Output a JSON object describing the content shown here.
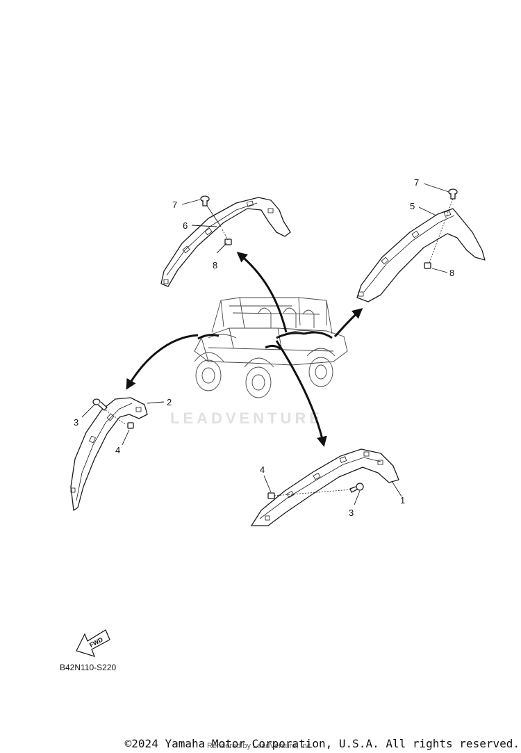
{
  "watermark": "LEADVENTURE",
  "diagram_code": "B42N110-S220",
  "fwd_label": "FWD",
  "copyright": "©2024 Yamaha Motor Corporation, U.S.A. All rights reserved.",
  "rendered_by": "Rendered by LeadVenture, Inc.",
  "callouts": {
    "top_left": {
      "bolt": "7",
      "flare": "6",
      "nut": "8"
    },
    "top_right": {
      "bolt": "7",
      "flare": "5",
      "nut": "8"
    },
    "bottom_left": {
      "flare": "2",
      "bolt": "3",
      "nut": "4"
    },
    "bottom_right": {
      "nut": "4",
      "flare": "1",
      "bolt": "3"
    }
  }
}
